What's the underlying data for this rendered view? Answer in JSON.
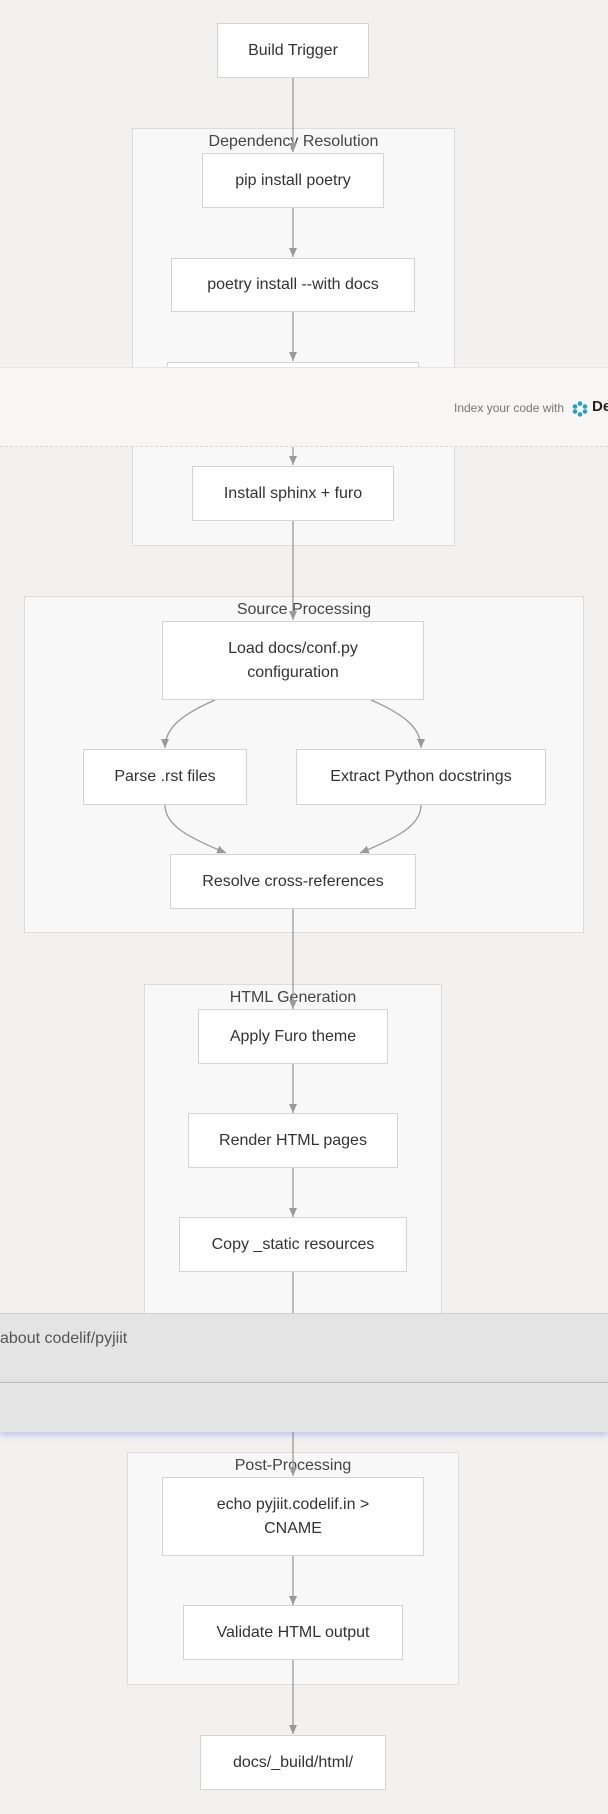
{
  "clusters": {
    "dependency_resolution": "Dependency Resolution",
    "source_processing": "Source Processing",
    "html_generation": "HTML Generation",
    "post_processing": "Post-Processing"
  },
  "nodes": {
    "build_trigger": "Build Trigger",
    "pip_install_poetry": "pip install poetry",
    "poetry_install": "poetry install --with docs",
    "install_sphinx": "Install sphinx + furo",
    "load_conf": "Load docs/conf.py configuration",
    "parse_rst": "Parse .rst files",
    "extract_docstrings": "Extract Python docstrings",
    "resolve_refs": "Resolve cross-references",
    "apply_theme": "Apply Furo theme",
    "render_pages": "Render HTML pages",
    "copy_static": "Copy _static resources",
    "echo_cname": "echo pyjiit.codelif.in > CNAME",
    "validate_html": "Validate HTML output",
    "output_dir": "docs/_build/html/"
  },
  "banner": {
    "text": "Index your code with",
    "brand": "De"
  },
  "overlay": {
    "text": "about codelif/pyjiit"
  },
  "colors": {
    "edge": "#9a9a9a",
    "logo": "#2aa1c0"
  }
}
